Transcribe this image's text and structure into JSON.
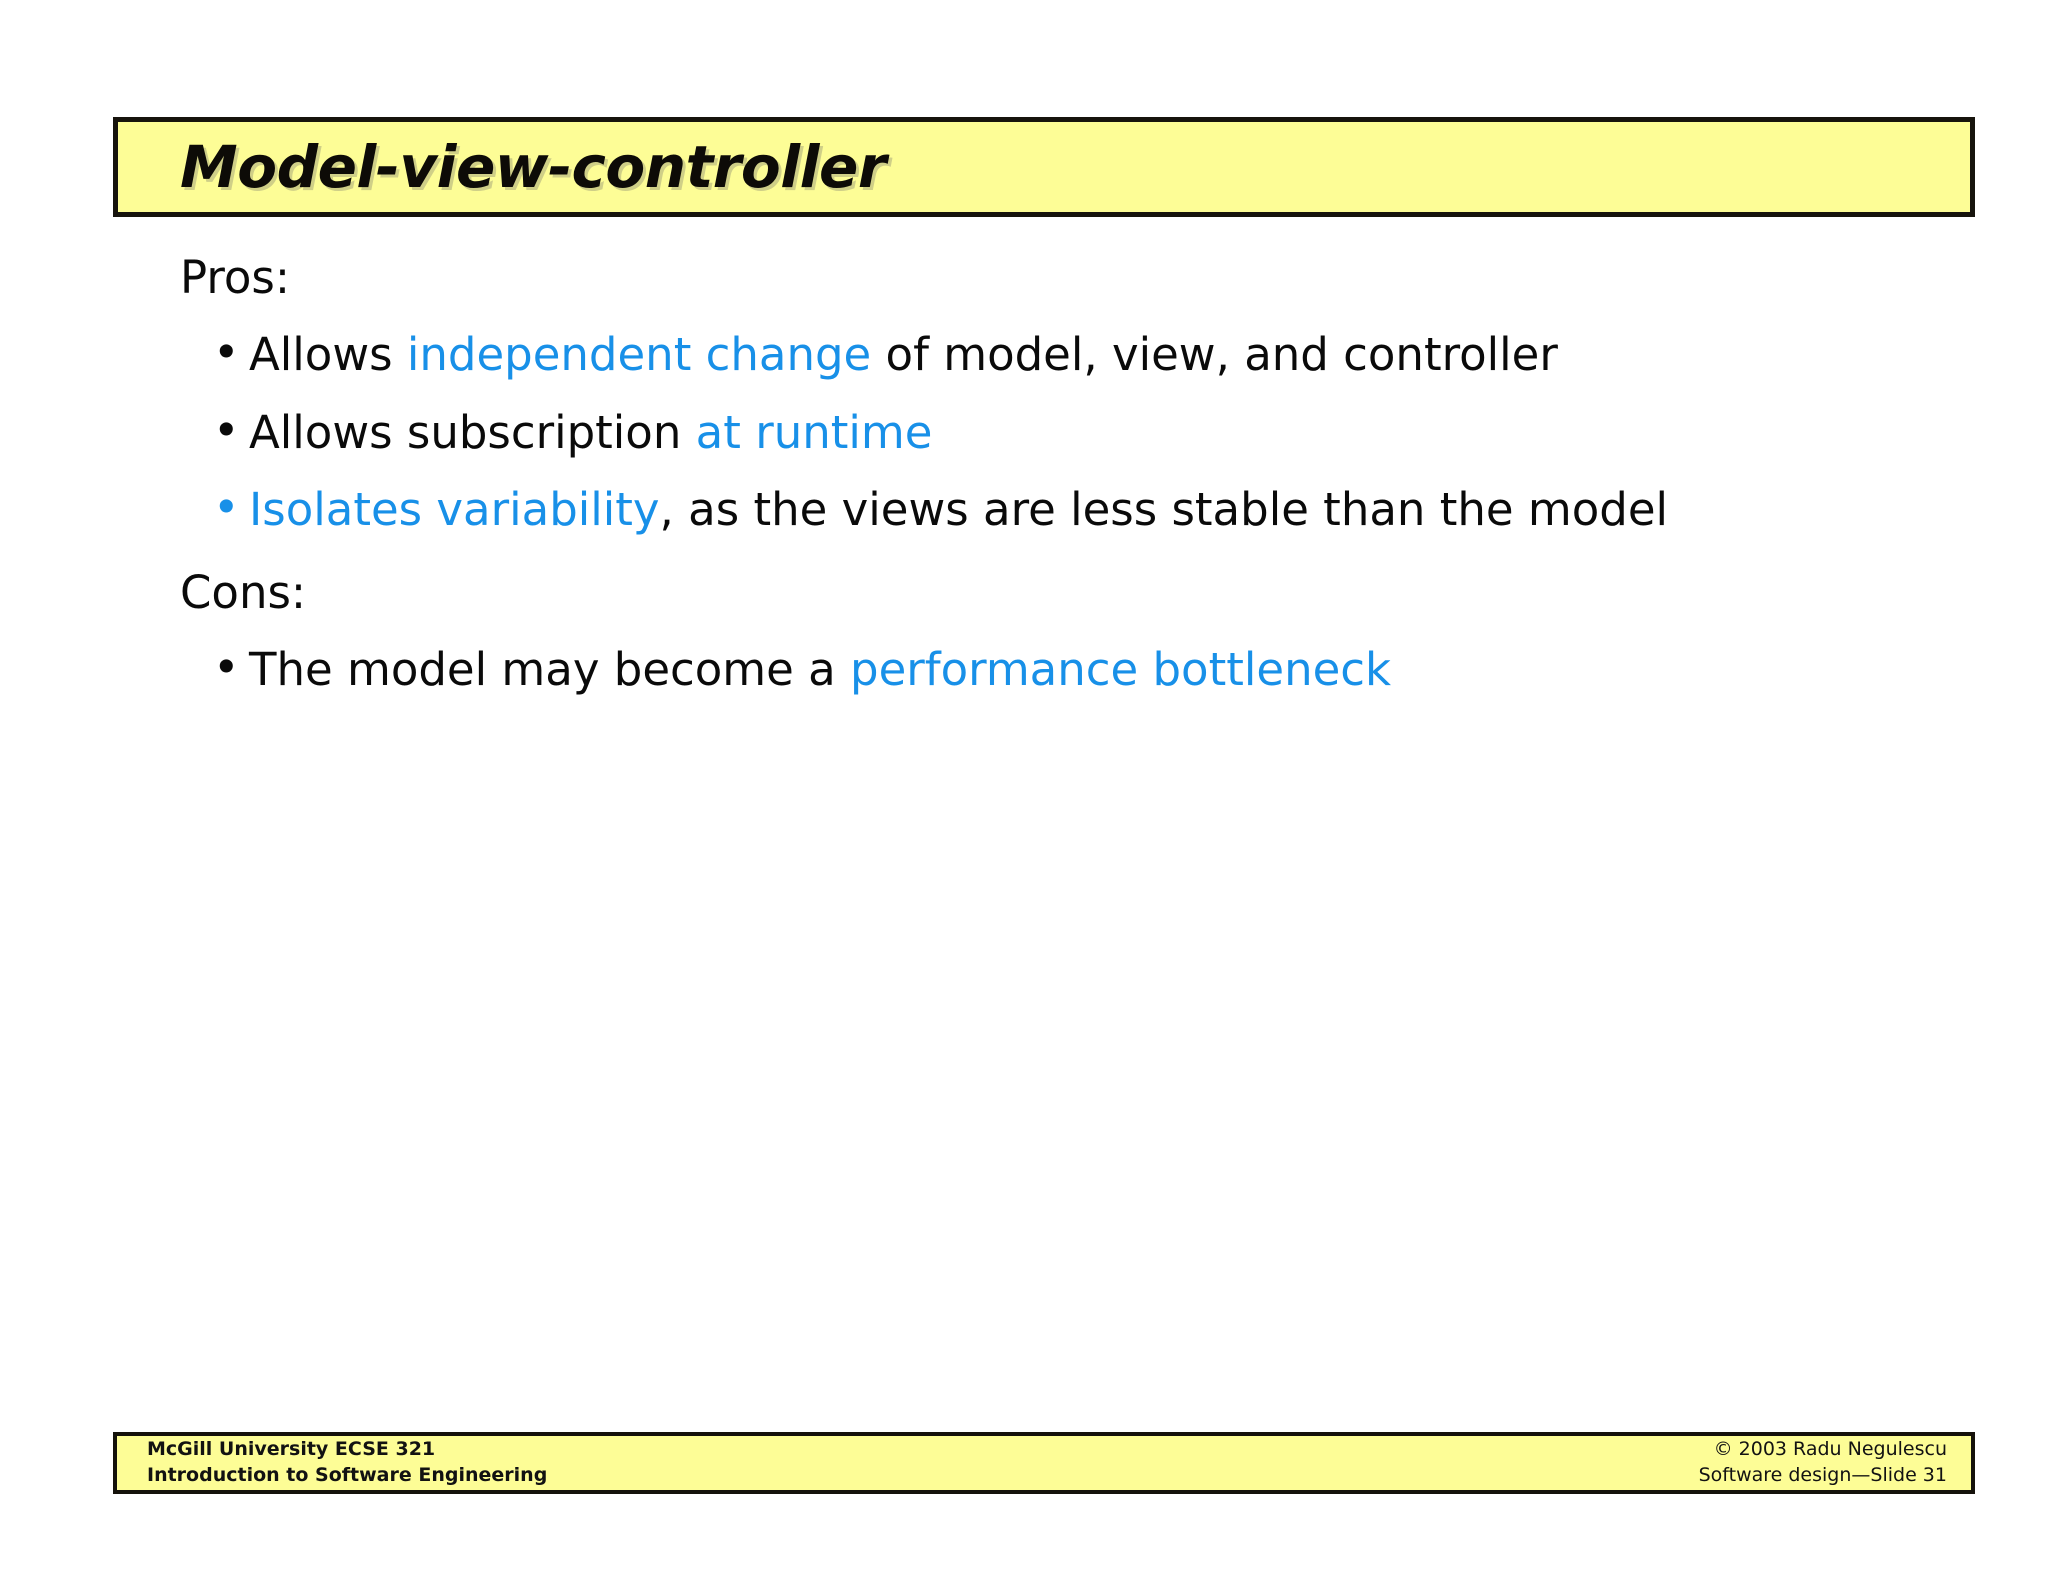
{
  "slide": {
    "title": "Model-view-controller",
    "accent_yellow": "#FDFD96",
    "highlight_blue": "#1890E8",
    "text_black": "#0A0A0A"
  },
  "sections": [
    {
      "heading": "Pros:",
      "bullets": [
        {
          "marker": "•",
          "marker_color": "black",
          "parts": [
            {
              "text": "Allows ",
              "style": "plain"
            },
            {
              "text": "independent change",
              "style": "highlight"
            },
            {
              "text": " of model, view, and controller",
              "style": "plain"
            }
          ]
        },
        {
          "marker": "•",
          "marker_color": "black",
          "parts": [
            {
              "text": "Allows subscription ",
              "style": "plain"
            },
            {
              "text": "at runtime",
              "style": "highlight"
            }
          ]
        },
        {
          "marker": "•",
          "marker_color": "blue",
          "parts": [
            {
              "text": "Isolates variability",
              "style": "highlight"
            },
            {
              "text": ", as the views are less stable than the model",
              "style": "plain"
            }
          ]
        }
      ]
    },
    {
      "heading": "Cons:",
      "bullets": [
        {
          "marker": "•",
          "marker_color": "black",
          "parts": [
            {
              "text": "The model may become a ",
              "style": "plain"
            },
            {
              "text": "performance bottleneck",
              "style": "highlight"
            }
          ]
        }
      ]
    }
  ],
  "footer": {
    "left_line1": "McGill University ECSE 321",
    "left_line2": "Introduction to Software Engineering",
    "right_line1": "© 2003 Radu Negulescu",
    "right_line2": "Software design—Slide 31"
  }
}
